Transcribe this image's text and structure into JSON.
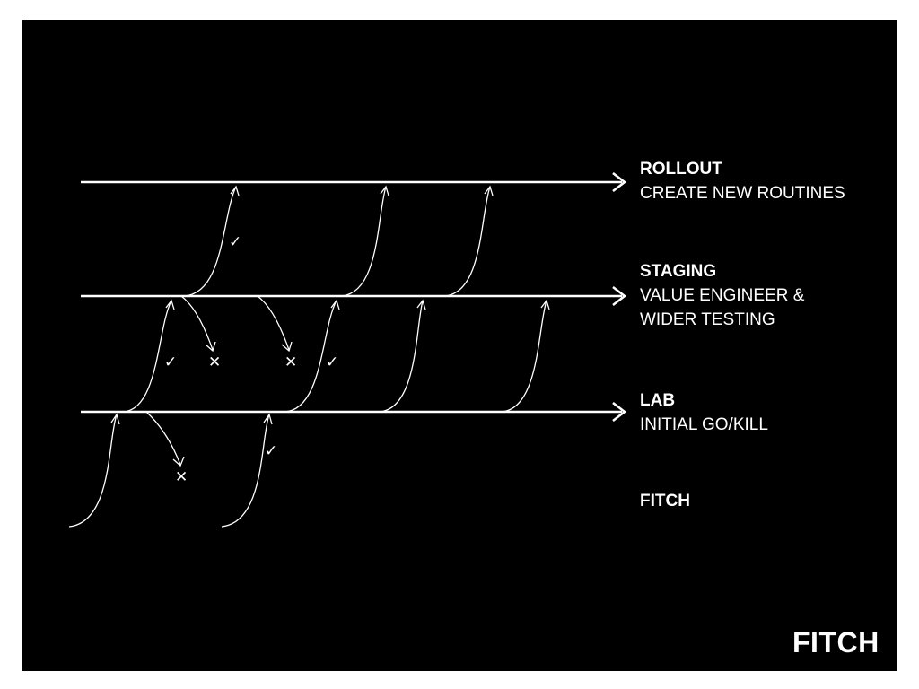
{
  "colors": {
    "background": "#000000",
    "foreground": "#ffffff",
    "frame": "#ffffff"
  },
  "stages": [
    {
      "id": "rollout",
      "title": "ROLLOUT",
      "description": "CREATE NEW ROUTINES"
    },
    {
      "id": "staging",
      "title": "STAGING",
      "description": "VALUE ENGINEER &\nWIDER TESTING"
    },
    {
      "id": "lab",
      "title": "LAB",
      "description": "INITIAL GO/KILL"
    }
  ],
  "marks": {
    "pass": "✓",
    "kill": "✕"
  },
  "brand": {
    "small": "FITCH",
    "large": "FITCH"
  },
  "icons": {
    "rollout": "arrow-right-icon",
    "staging": "arrow-right-icon",
    "lab": "arrow-right-icon"
  }
}
